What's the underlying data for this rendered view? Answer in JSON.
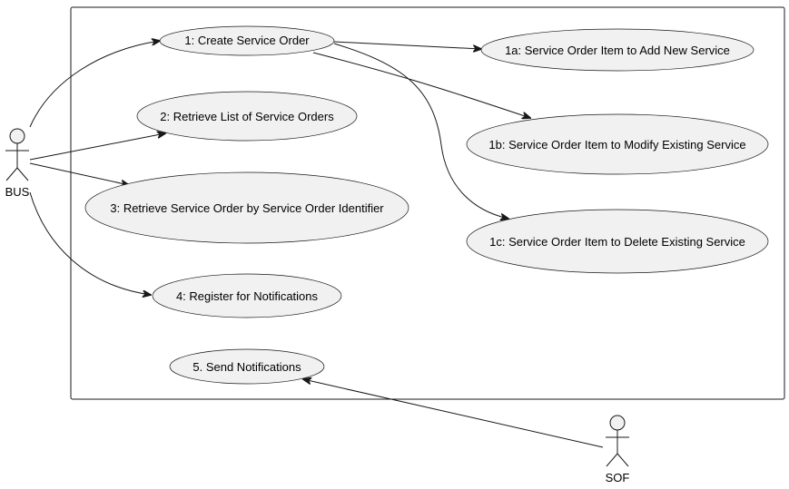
{
  "actors": {
    "bus": {
      "label": "BUS"
    },
    "sof": {
      "label": "SOF"
    }
  },
  "use_cases": {
    "uc1": {
      "label": "1: Create Service Order"
    },
    "uc1a": {
      "label": "1a: Service Order Item to Add New Service"
    },
    "uc1b": {
      "label": "1b: Service Order Item to Modify Existing Service"
    },
    "uc1c": {
      "label": "1c: Service Order Item to Delete Existing Service"
    },
    "uc2": {
      "label": "2: Retrieve List of Service Orders"
    },
    "uc3": {
      "label": "3: Retrieve Service Order by Service Order Identifier"
    },
    "uc4": {
      "label": "4: Register for Notifications"
    },
    "uc5": {
      "label": "5. Send Notifications"
    }
  },
  "colors": {
    "use_case_fill": "#f1f1f1",
    "stroke": "#181818",
    "background": "#ffffff"
  }
}
